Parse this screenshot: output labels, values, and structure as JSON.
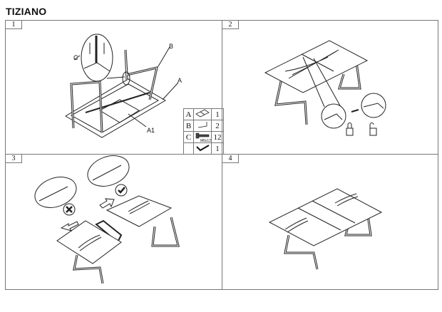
{
  "title": "TIZIANO",
  "steps": [
    {
      "number": "1"
    },
    {
      "number": "2"
    },
    {
      "number": "3"
    },
    {
      "number": "4"
    }
  ],
  "step1_labels": {
    "a": "A",
    "b": "B",
    "c": "C",
    "a1": "A1"
  },
  "parts": [
    {
      "letter": "A",
      "icon": "tabletop-icon",
      "qty": "1"
    },
    {
      "letter": "B",
      "icon": "leg-frame-icon",
      "qty": "2"
    },
    {
      "letter": "C",
      "icon": "bolt-icon",
      "qty": "12",
      "spec": "M6x12"
    },
    {
      "letter": "",
      "icon": "allen-key-icon",
      "qty": "1"
    }
  ]
}
